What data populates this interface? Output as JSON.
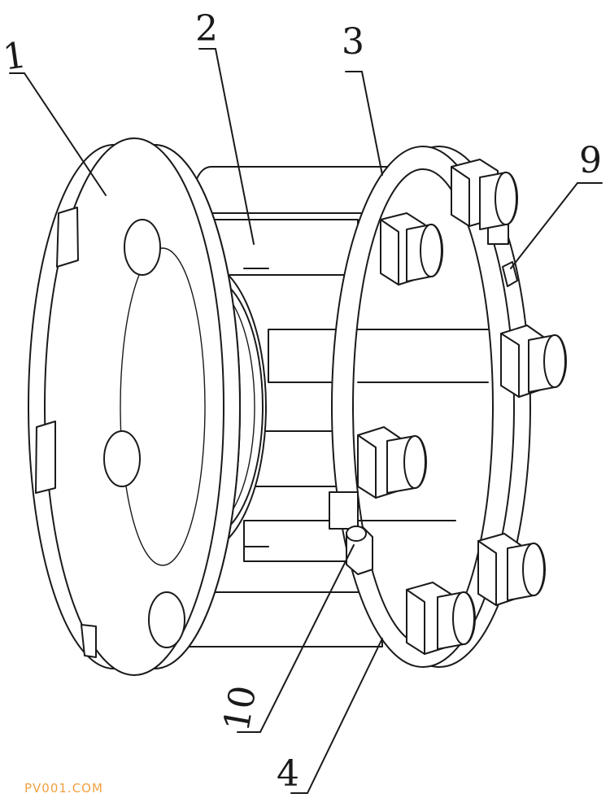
{
  "labels": {
    "p1": "1",
    "p2": "2",
    "p3": "3",
    "p4": "4",
    "p9": "9",
    "p10": "10"
  },
  "watermark": {
    "text": "PV001.COM",
    "color": "#f0a040"
  }
}
